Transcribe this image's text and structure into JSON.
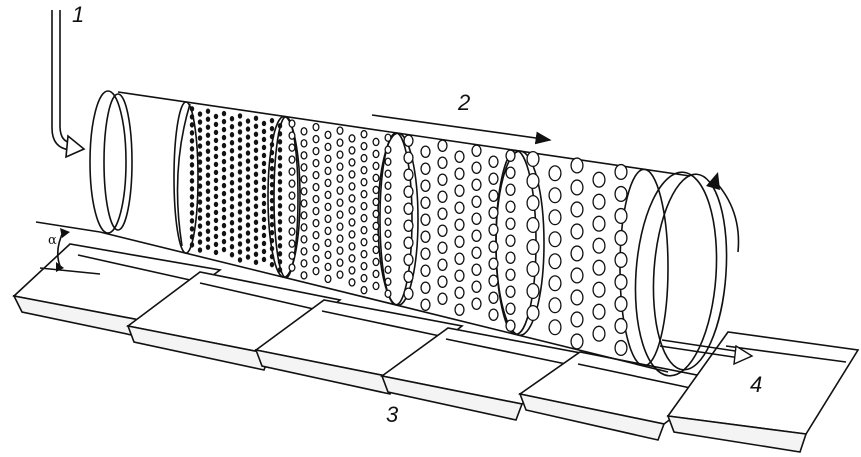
{
  "diagram": {
    "labels": {
      "feed": "1",
      "direction": "2",
      "trays": "3",
      "outlet": "4",
      "angle": "α"
    },
    "screen_sections": [
      {
        "hole": "small-dense"
      },
      {
        "hole": "medium"
      },
      {
        "hole": "large"
      },
      {
        "hole": "extra-large"
      }
    ],
    "tray_count": 6
  }
}
